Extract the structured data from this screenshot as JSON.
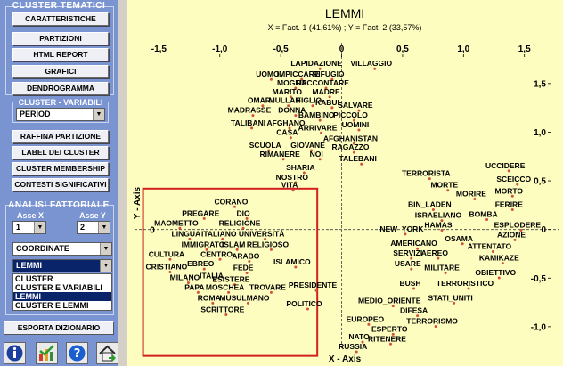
{
  "sidebar": {
    "cluster_tematici_title": "CLUSTER TEMATICI",
    "buttons": [
      {
        "label": "CARATTERISTICHE"
      },
      {
        "label": "PARTIZIONI"
      },
      {
        "label": "HTML REPORT"
      },
      {
        "label": "GRAFICI"
      },
      {
        "label": "DENDROGRAMMA"
      }
    ],
    "cluster_variabili_title": "CLUSTER - VARIABILI",
    "variabili_select": "PERIOD",
    "buttons2": [
      {
        "label": "RAFFINA PARTIZIONE"
      },
      {
        "label": "LABEL DEI CLUSTER"
      },
      {
        "label": "CLUSTER MEMBERSHIP"
      },
      {
        "label": "CONTESTI SIGNIFICATIVI"
      }
    ],
    "analisi_title": "ANALISI FATTORIALE",
    "asse_x_label": "Asse X",
    "asse_y_label": "Asse Y",
    "asse_x_value": "1",
    "asse_y_value": "2",
    "coordinate_select": "COORDINATE",
    "lemmi_select": "LEMMI",
    "list_options": [
      "CLUSTER",
      "CLUSTER E VARIABILI",
      "LEMMI",
      "CLUSTER E LEMMI"
    ],
    "list_active_index": 2,
    "export_button": "ESPORTA DIZIONARIO",
    "tools": [
      "info-icon",
      "chart-check-icon",
      "help-icon",
      "home-icon"
    ]
  },
  "chart_data": {
    "type": "scatter",
    "title": "LEMMI",
    "subtitle": "X = Fact. 1 (41,61%) ; Y = Fact. 2 (33,57%)",
    "xlabel": "X - Axis",
    "ylabel": "Y - Axis",
    "xlim": [
      -1.7,
      1.78
    ],
    "ylim": [
      -1.23,
      1.92
    ],
    "x_ticks": [
      "-1,5",
      "-1,0",
      "-0,5",
      "0",
      "0,5",
      "1,0",
      "1,5"
    ],
    "x_tick_values": [
      -1.5,
      -1.0,
      -0.5,
      0,
      0.5,
      1.0,
      1.5
    ],
    "y_ticks": [
      "1,5",
      "1,0",
      "0,5",
      "0",
      "-0,5",
      "-1,0"
    ],
    "y_tick_values": [
      1.5,
      1.0,
      0.5,
      0,
      -0.5,
      -1.0
    ],
    "colors": {
      "point": "#d2503c",
      "highlight": "#d22020",
      "background": "#fdfdc0"
    },
    "highlight_box": {
      "x": [
        -1.63,
        -0.2
      ],
      "y": [
        0.42,
        -1.3
      ]
    },
    "points": [
      {
        "label": "LAPIDAZIONE",
        "x": -0.2,
        "y": 1.68
      },
      {
        "label": "VILLAGGIO",
        "x": 0.25,
        "y": 1.68
      },
      {
        "label": "UOMO",
        "x": -0.6,
        "y": 1.57
      },
      {
        "label": "IMPICCARE",
        "x": -0.35,
        "y": 1.57
      },
      {
        "label": "RIFUGIO",
        "x": -0.1,
        "y": 1.57
      },
      {
        "label": "MOGLIE",
        "x": -0.4,
        "y": 1.48
      },
      {
        "label": "RACCONTARE",
        "x": -0.15,
        "y": 1.48
      },
      {
        "label": "MARITO",
        "x": -0.44,
        "y": 1.39
      },
      {
        "label": "MADRE",
        "x": -0.12,
        "y": 1.39
      },
      {
        "label": "OMAR",
        "x": -0.67,
        "y": 1.3
      },
      {
        "label": "MULLAH",
        "x": -0.46,
        "y": 1.3
      },
      {
        "label": "FIGLIO",
        "x": -0.26,
        "y": 1.3
      },
      {
        "label": "KABUL",
        "x": -0.1,
        "y": 1.28
      },
      {
        "label": "SALVARE",
        "x": 0.12,
        "y": 1.25
      },
      {
        "label": "MADRASSE",
        "x": -0.75,
        "y": 1.2
      },
      {
        "label": "DONNA",
        "x": -0.4,
        "y": 1.2
      },
      {
        "label": "BAMBINO",
        "x": -0.2,
        "y": 1.15
      },
      {
        "label": "PICCOLO",
        "x": 0.08,
        "y": 1.15
      },
      {
        "label": "TALIBANI",
        "x": -0.76,
        "y": 1.07
      },
      {
        "label": "AFGHANO",
        "x": -0.45,
        "y": 1.07
      },
      {
        "label": "ARRIVARE",
        "x": -0.19,
        "y": 1.02
      },
      {
        "label": "UOMINI",
        "x": 0.12,
        "y": 1.05
      },
      {
        "label": "CASA",
        "x": -0.44,
        "y": 0.97
      },
      {
        "label": "AFGHANISTAN",
        "x": 0.08,
        "y": 0.91
      },
      {
        "label": "SCUOLA",
        "x": -0.62,
        "y": 0.84
      },
      {
        "label": "GIOVANE",
        "x": -0.27,
        "y": 0.84
      },
      {
        "label": "RAGAZZO",
        "x": 0.08,
        "y": 0.82
      },
      {
        "label": "RIMANERE",
        "x": -0.5,
        "y": 0.75
      },
      {
        "label": "NOI",
        "x": -0.2,
        "y": 0.75
      },
      {
        "label": "TALEBANI",
        "x": 0.14,
        "y": 0.7
      },
      {
        "label": "SHARIA",
        "x": -0.33,
        "y": 0.61
      },
      {
        "label": "TERRORISTA",
        "x": 0.7,
        "y": 0.55
      },
      {
        "label": "UCCIDERE",
        "x": 1.35,
        "y": 0.63
      },
      {
        "label": "NOSTRO",
        "x": -0.4,
        "y": 0.51
      },
      {
        "label": "VITA",
        "x": -0.42,
        "y": 0.43
      },
      {
        "label": "MORTE",
        "x": 0.85,
        "y": 0.43
      },
      {
        "label": "SCEICCO",
        "x": 1.42,
        "y": 0.49
      },
      {
        "label": "MORIRE",
        "x": 1.07,
        "y": 0.34
      },
      {
        "label": "MORTO",
        "x": 1.38,
        "y": 0.37
      },
      {
        "label": "BIN_LADEN",
        "x": 0.73,
        "y": 0.23
      },
      {
        "label": "FERIRE",
        "x": 1.38,
        "y": 0.23
      },
      {
        "label": "ISRAELIANO",
        "x": 0.8,
        "y": 0.12
      },
      {
        "label": "BOMBA",
        "x": 1.17,
        "y": 0.13
      },
      {
        "label": "HAMAS",
        "x": 0.8,
        "y": 0.02
      },
      {
        "label": "ESPLODERE",
        "x": 1.45,
        "y": 0.02
      },
      {
        "label": "NEW_YORK",
        "x": 0.5,
        "y": -0.02
      },
      {
        "label": "AZIONE",
        "x": 1.4,
        "y": -0.08
      },
      {
        "label": "OSAMA",
        "x": 0.97,
        "y": -0.12
      },
      {
        "label": "AMERICANO",
        "x": 0.6,
        "y": -0.17
      },
      {
        "label": "ATTENTATO",
        "x": 1.22,
        "y": -0.2
      },
      {
        "label": "SERVIZI",
        "x": 0.55,
        "y": -0.27
      },
      {
        "label": "AEREO",
        "x": 0.77,
        "y": -0.27
      },
      {
        "label": "KAMIKAZE",
        "x": 1.3,
        "y": -0.32
      },
      {
        "label": "USARE",
        "x": 0.55,
        "y": -0.38
      },
      {
        "label": "MILITARE",
        "x": 0.83,
        "y": -0.42
      },
      {
        "label": "OBIETTIVO",
        "x": 1.27,
        "y": -0.47
      },
      {
        "label": "TERRORISTICO",
        "x": 1.02,
        "y": -0.58
      },
      {
        "label": "BUSH",
        "x": 0.57,
        "y": -0.58
      },
      {
        "label": "STATI_UNITI",
        "x": 0.9,
        "y": -0.73
      },
      {
        "label": "MEDIO_ORIENTE",
        "x": 0.4,
        "y": -0.76
      },
      {
        "label": "DIFESA",
        "x": 0.6,
        "y": -0.86
      },
      {
        "label": "TERRORISMO",
        "x": 0.75,
        "y": -0.97
      },
      {
        "label": "EUROPEO",
        "x": 0.2,
        "y": -0.95
      },
      {
        "label": "ESPERTO",
        "x": 0.4,
        "y": -1.05
      },
      {
        "label": "NATO",
        "x": 0.15,
        "y": -1.13
      },
      {
        "label": "RITENERE",
        "x": 0.38,
        "y": -1.15
      },
      {
        "label": "RUSSIA",
        "x": 0.1,
        "y": -1.23
      },
      {
        "label": "CORANO",
        "x": -0.9,
        "y": 0.26
      },
      {
        "label": "PREGARE",
        "x": -1.15,
        "y": 0.14
      },
      {
        "label": "DIO",
        "x": -0.8,
        "y": 0.14
      },
      {
        "label": "MAOMETTO",
        "x": -1.35,
        "y": 0.04
      },
      {
        "label": "RELIGIONE",
        "x": -0.83,
        "y": 0.04
      },
      {
        "label": "LINGUA",
        "x": -1.27,
        "y": -0.07
      },
      {
        "label": "ITALIANO",
        "x": -1.0,
        "y": -0.07
      },
      {
        "label": "UNIVERSITÀ",
        "x": -0.65,
        "y": -0.07
      },
      {
        "label": "IMMIGRATO",
        "x": -1.13,
        "y": -0.18
      },
      {
        "label": "ISLAM",
        "x": -0.88,
        "y": -0.18
      },
      {
        "label": "RELIGIOSO",
        "x": -0.6,
        "y": -0.18
      },
      {
        "label": "CULTURA",
        "x": -1.43,
        "y": -0.28
      },
      {
        "label": "CENTRO",
        "x": -1.02,
        "y": -0.28
      },
      {
        "label": "ARABO",
        "x": -0.78,
        "y": -0.3
      },
      {
        "label": "ISLAMICO",
        "x": -0.4,
        "y": -0.36
      },
      {
        "label": "CRISTIANO",
        "x": -1.43,
        "y": -0.41
      },
      {
        "label": "EBREO",
        "x": -1.15,
        "y": -0.38
      },
      {
        "label": "FEDE",
        "x": -0.8,
        "y": -0.42
      },
      {
        "label": "MILANO",
        "x": -1.28,
        "y": -0.52
      },
      {
        "label": "ITALIA",
        "x": -1.06,
        "y": -0.5
      },
      {
        "label": "ESISTERE",
        "x": -0.9,
        "y": -0.54
      },
      {
        "label": "PAPA",
        "x": -1.2,
        "y": -0.62
      },
      {
        "label": "MOSCHEA",
        "x": -0.95,
        "y": -0.62
      },
      {
        "label": "TROVARE",
        "x": -0.6,
        "y": -0.62
      },
      {
        "label": "PRESIDENTE",
        "x": -0.23,
        "y": -0.6
      },
      {
        "label": "ROMA",
        "x": -1.08,
        "y": -0.73
      },
      {
        "label": "MUSULMANO",
        "x": -0.79,
        "y": -0.73
      },
      {
        "label": "POLITICO",
        "x": -0.3,
        "y": -0.79
      },
      {
        "label": "SCRITTORE",
        "x": -0.97,
        "y": -0.85
      }
    ]
  }
}
